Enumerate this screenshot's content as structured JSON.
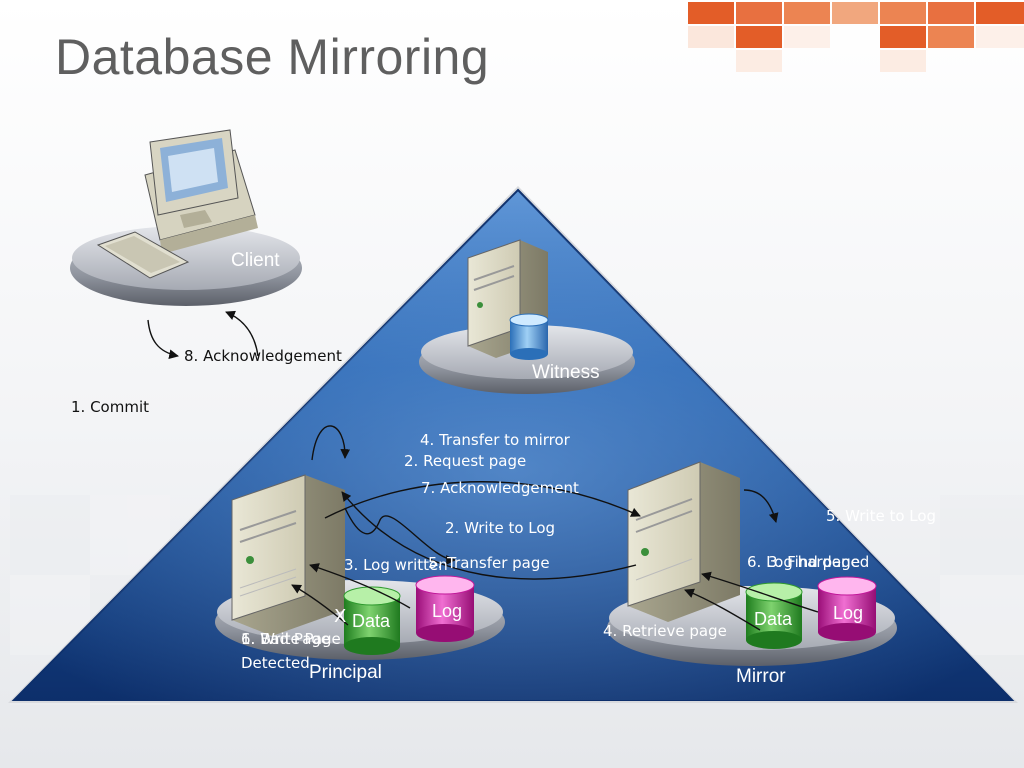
{
  "title": "Database Mirroring",
  "colors": {
    "accent_orange": "#e8602c",
    "triangle_blue": "#1a4f95",
    "data_green": "#2f9a2f",
    "log_magenta": "#c2189a",
    "title_gray": "#5f5f5f"
  },
  "icons": [
    "computer-icon",
    "keyboard-icon",
    "server-icon",
    "database-icon"
  ],
  "nodes": {
    "client": "Client",
    "witness": "Witness",
    "principal": "Principal",
    "mirror": "Mirror"
  },
  "cylinders": {
    "principal_data": "Data",
    "principal_log": "Log",
    "mirror_data": "Data",
    "mirror_log": "Log"
  },
  "failure_mark": "X",
  "steps": {
    "acknowledgement_8": "8. Acknowledgement",
    "commit_1": "1. Commit",
    "transfer_to_mirror_4": "4. Transfer to mirror",
    "request_page_2": "2. Request page",
    "acknowledgement_7": "7. Acknowledgement",
    "write_to_log_2": "2. Write to Log",
    "write_to_log_5": "5. Write to Log",
    "log_written_3": "3. Log written",
    "transfer_page_5": "5. Transfer page",
    "log_hardened_6": "6. Log hardened",
    "find_page_3": "3. Find page",
    "retrieve_page_4": "4. Retrieve page",
    "bad_page_1": "1. Bad Page",
    "detected": "Detected",
    "write_page_6": "6. Write Page"
  }
}
